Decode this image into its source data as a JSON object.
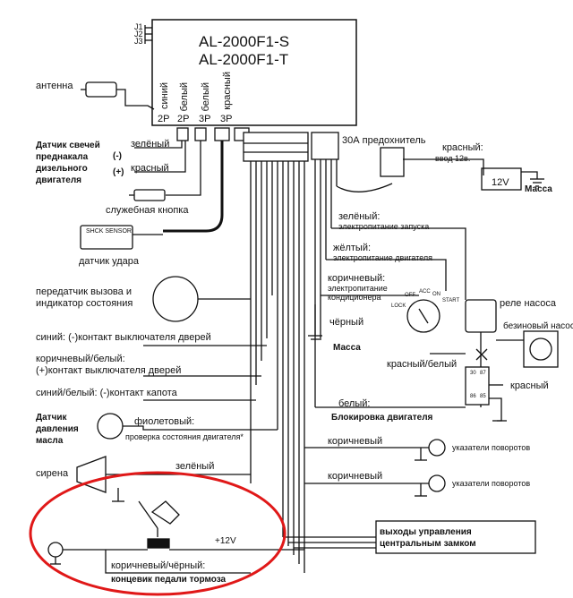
{
  "unit": {
    "model_line1": "AL-2000F1-S",
    "model_line2": "AL-2000F1-T",
    "jumpers": [
      "J1",
      "J2",
      "J3"
    ],
    "connector_colors": [
      "синий",
      "белый",
      "белый",
      "красный"
    ],
    "connector_sizes": [
      "2P",
      "2P",
      "3P",
      "3P"
    ]
  },
  "antenna": "антенна",
  "glow_sensor": {
    "title": "Датчик свечей преднакала дизельного двигателя",
    "lines": [
      "Датчик свечей",
      "преднакала",
      "дизельного",
      "двигателя"
    ],
    "minus_label": "(-)",
    "plus_label": "(+)",
    "green": "зелёный",
    "red": "красный"
  },
  "service_button": "служебная кнопка",
  "shock_sensor": {
    "box_label": "SHCK SENSOR",
    "caption": "датчик удара"
  },
  "transmitter": {
    "line1": "передатчик вызова и",
    "line2": "индикатор состояния"
  },
  "door_switch_minus": "синий: (-)контакт выключателя дверей",
  "door_switch_plus": {
    "line1": "коричневый/белый:",
    "line2": "(+)контакт выключателя дверей"
  },
  "hood_switch": "синий/белый: (-)контакт капота",
  "oil_sensor": {
    "lines": [
      "Датчик",
      "давления",
      "масла"
    ],
    "wire": "фиолетовый:",
    "desc": "проверка состояния двигателя*"
  },
  "siren": {
    "label": "сирена",
    "wire": "зелёный"
  },
  "brake": {
    "wire": "коричневый/чёрный:",
    "desc": "концевик педали тормоза",
    "voltage": "+12V"
  },
  "fuse": "30А предохнитель",
  "battery": {
    "wire": "красный:",
    "input": "ввод 12в.",
    "voltage": "12V",
    "ground": "Масса"
  },
  "start_power": {
    "wire": "зелёный:",
    "desc": "электропитание запуска"
  },
  "ignition_power": {
    "wire": "жёлтый:",
    "desc": "электропитание двигателя"
  },
  "ac_power": {
    "wire": "коричневый:",
    "line1": "электропитание",
    "line2": "кондиционера"
  },
  "ignition_positions": [
    "LOCK",
    "OFF",
    "ACC",
    "ON",
    "START"
  ],
  "black_ground": {
    "wire": "чёрный",
    "label": "Масса"
  },
  "pump_relay": "реле насоса",
  "fuel_pump": "безиновый насос",
  "red_white": "красный/белый",
  "relay_red": "красный",
  "relay_pins": [
    "30",
    "87",
    "86",
    "85"
  ],
  "engine_block": {
    "wire": "белый:",
    "label": "Блокировка двигателя"
  },
  "turn_signals": [
    {
      "wire": "коричневый",
      "label": "указатели поворотов"
    },
    {
      "wire": "коричневый",
      "label": "указатели поворотов"
    }
  ],
  "central_lock": {
    "line1": "выходы управления",
    "line2": "центральным замком"
  },
  "colors": {
    "highlight": "#e01818",
    "ink": "#111111"
  }
}
